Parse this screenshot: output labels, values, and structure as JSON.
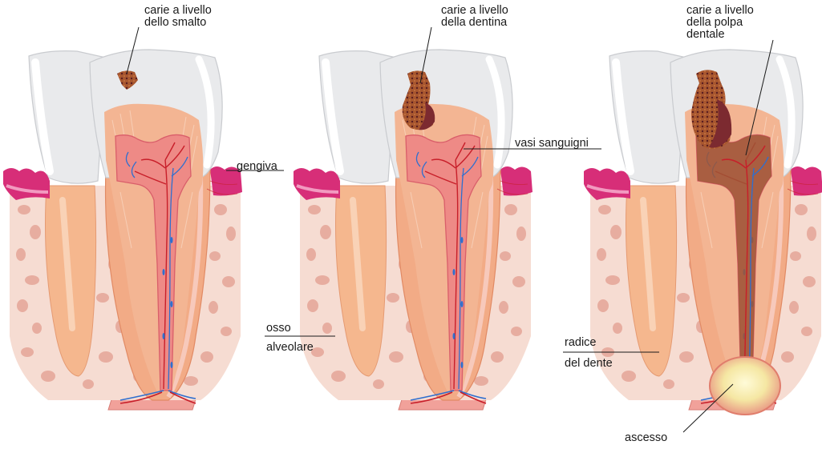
{
  "panels": [
    {
      "caries_label_lines": [
        "carie a livello",
        "dello smalto"
      ],
      "side_label_top": "gengiva",
      "side_label_bottom": ""
    },
    {
      "caries_label_lines": [
        "carie a livello",
        "della dentina"
      ],
      "side_label_top": "vasi sanguigni",
      "side_label_bottom": ""
    },
    {
      "caries_label_lines": [
        "carie a livello",
        "della polpa",
        "dentale"
      ],
      "side_label_top": "",
      "side_label_bottom": ""
    }
  ],
  "labels": {
    "bone_line1": "osso",
    "bone_line2": "alveolare",
    "root_line1": "radice",
    "root_line2": "del dente",
    "abscess": "ascesso"
  },
  "colors": {
    "enamel": "#e9eaec",
    "dentin": "#f2ab86",
    "pulp": "#ee8a86",
    "gum": "#d72e78",
    "bone": "#f6dcd2",
    "bone_holes": "#e7ada0",
    "caries": "#7c2a30",
    "infected_pulp": "#9c5635",
    "vein": "#2f6fcf",
    "artery": "#c81f2a",
    "abscess": "#f5e7a3"
  }
}
